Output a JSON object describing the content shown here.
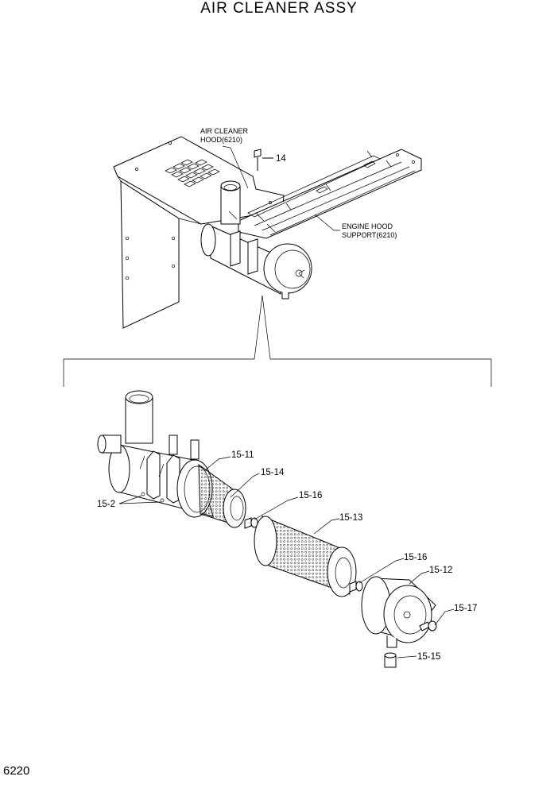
{
  "title": "AIR CLEANER ASSY",
  "page_number": "6220",
  "labels": {
    "hood_line1": "AIR CLEANER",
    "hood_line2": "HOOD(6210)",
    "support_line1": "ENGINE HOOD",
    "support_line2": "SUPPORT(6210)",
    "p14": "14",
    "p15_11": "15-11",
    "p15_14": "15-14",
    "p15_2": "15-2",
    "p15_16a": "15-16",
    "p15_13": "15-13",
    "p15_16b": "15-16",
    "p15_12": "15-12",
    "p15_17": "15-17",
    "p15_15": "15-15"
  }
}
